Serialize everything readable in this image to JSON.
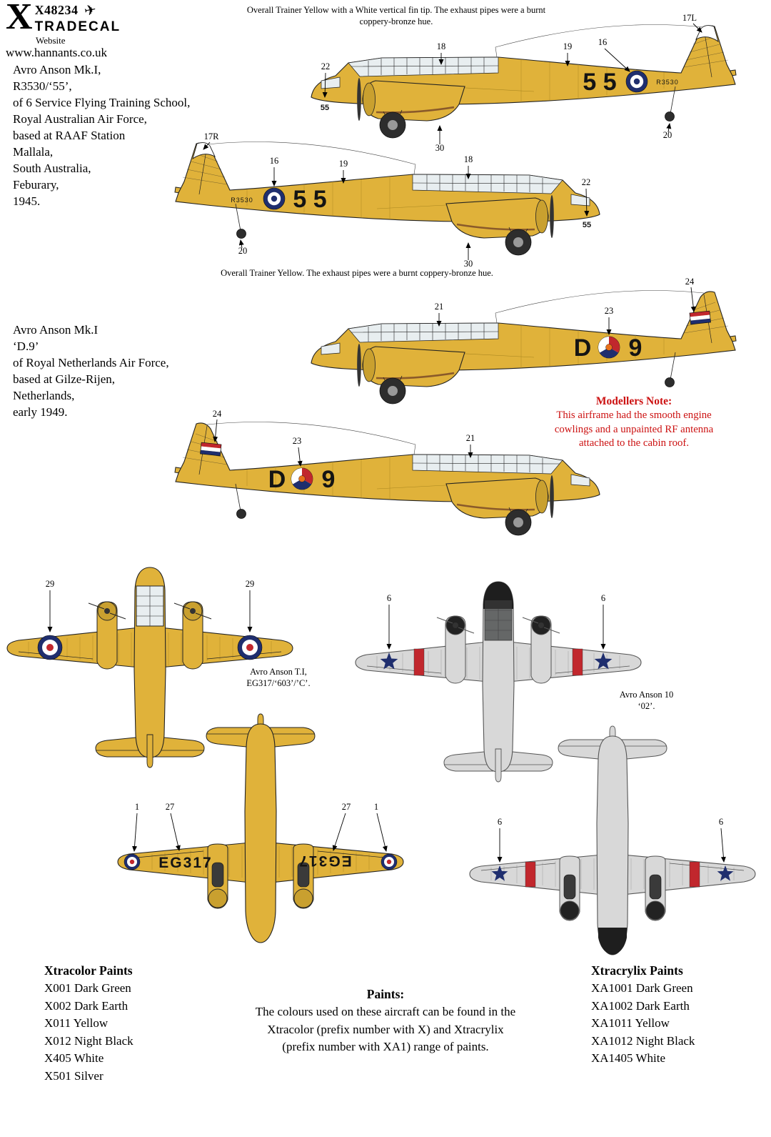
{
  "colors": {
    "trainer-yellow": "#e0b23a",
    "silver": "#d8d8d8",
    "roundel-blue": "#1f2e6e",
    "roundel-red": "#c1272d",
    "dutch-orange": "#e8701a",
    "note-red": "#cc1111",
    "exhaust-bronze": "#8a5a2a"
  },
  "header": {
    "code": "X48234",
    "brand_x": "X",
    "brand_name": "TRADECAL",
    "plane_icon": "✈",
    "website_label": "Website",
    "website_url": "www.hannants.co.uk"
  },
  "captions": {
    "top_line1": "Overall Trainer Yellow with a White vertical fin tip. The exhaust pipes were a burnt",
    "top_line2": "coppery-bronze hue.",
    "mid": "Overall Trainer Yellow. The exhaust pipes were a burnt coppery-bronze hue."
  },
  "aircraft1": {
    "desc": [
      "Avro Anson Mk.I,",
      "R3530/‘55’,",
      "of 6 Service Flying Training School,",
      "Royal Australian Air Force,",
      "based at  RAAF Station",
      "Mallala,",
      "South Australia,",
      "Feburary,",
      "1945."
    ]
  },
  "aircraft2": {
    "desc": [
      "Avro Anson Mk.I",
      "‘D.9’",
      "of Royal Netherlands Air Force,",
      "based at Gilze-Rijen,",
      "Netherlands,",
      "early 1949."
    ],
    "note_title": "Modellers Note:",
    "note_lines": [
      "This airframe had the smooth engine",
      "cowlings and a unpainted RF antenna",
      "attached to the cabin roof."
    ]
  },
  "profiles": {
    "p1": {
      "code": "5 5",
      "serial": "R3530",
      "nose_code": "55",
      "callouts": {
        "c22": "22",
        "c18": "18",
        "c19": "19",
        "c16": "16",
        "c17": "17L",
        "c20": "20",
        "c30": "30"
      }
    },
    "p2": {
      "code": "5 5",
      "serial": "R3530",
      "nose_code": "55",
      "callouts": {
        "c17": "17R",
        "c16": "16",
        "c19": "19",
        "c18": "18",
        "c22": "22",
        "c20": "20",
        "c30": "30"
      }
    },
    "p3": {
      "code_left": "D",
      "code_right": "9",
      "callouts": {
        "c21": "21",
        "c23": "23",
        "c24": "24"
      }
    },
    "p4": {
      "code_left": "D",
      "code_right": "9",
      "callouts": {
        "c24": "24",
        "c23": "23",
        "c21": "21"
      }
    }
  },
  "plans": {
    "yellow_top": {
      "callouts": {
        "c29a": "29",
        "c29b": "29"
      }
    },
    "yellow_bottom": {
      "serial": "EG317",
      "callouts": {
        "c1a": "1",
        "c27a": "27",
        "c27b": "27",
        "c1b": "1"
      }
    },
    "silver_top": {
      "callouts": {
        "c6a": "6",
        "c6b": "6"
      }
    },
    "silver_bottom": {
      "callouts": {
        "c6a": "6",
        "c6b": "6"
      }
    },
    "caption_a": [
      "Avro Anson T.I,",
      "EG317/‘603’/’C’."
    ],
    "caption_b": [
      "Avro Anson 10",
      "‘02’."
    ]
  },
  "paints": {
    "left_title": "Xtracolor Paints",
    "left_items": [
      "X001 Dark Green",
      "X002 Dark Earth",
      "X011 Yellow",
      "X012 Night Black",
      "X405 White",
      "X501 Silver"
    ],
    "center_title": "Paints:",
    "center_lines": [
      "The colours used on these aircraft can be found in the",
      "Xtracolor (prefix number with X) and Xtracrylix",
      "(prefix number with XA1) range of paints."
    ],
    "right_title": "Xtracrylix Paints",
    "right_items": [
      "XA1001 Dark Green",
      "XA1002 Dark Earth",
      "XA1011 Yellow",
      "XA1012 Night Black",
      "XA1405 White"
    ]
  }
}
